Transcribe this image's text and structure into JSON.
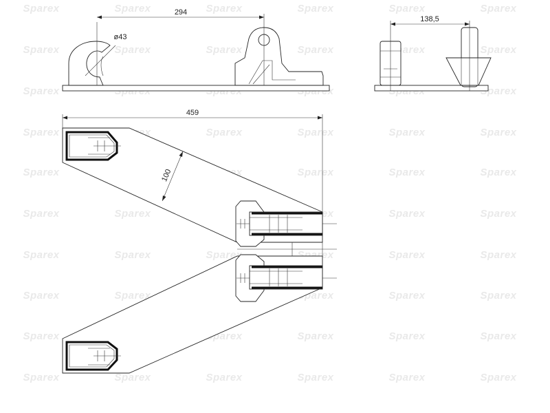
{
  "watermark": {
    "text": "Sparex",
    "color": "#e9e9e9"
  },
  "dimensions": {
    "side_length": "294",
    "hook_diameter": "ø43",
    "end_width": "138,5",
    "overall_length": "459",
    "plate_width": "100"
  },
  "colors": {
    "line": "#222222",
    "background": "#ffffff"
  }
}
